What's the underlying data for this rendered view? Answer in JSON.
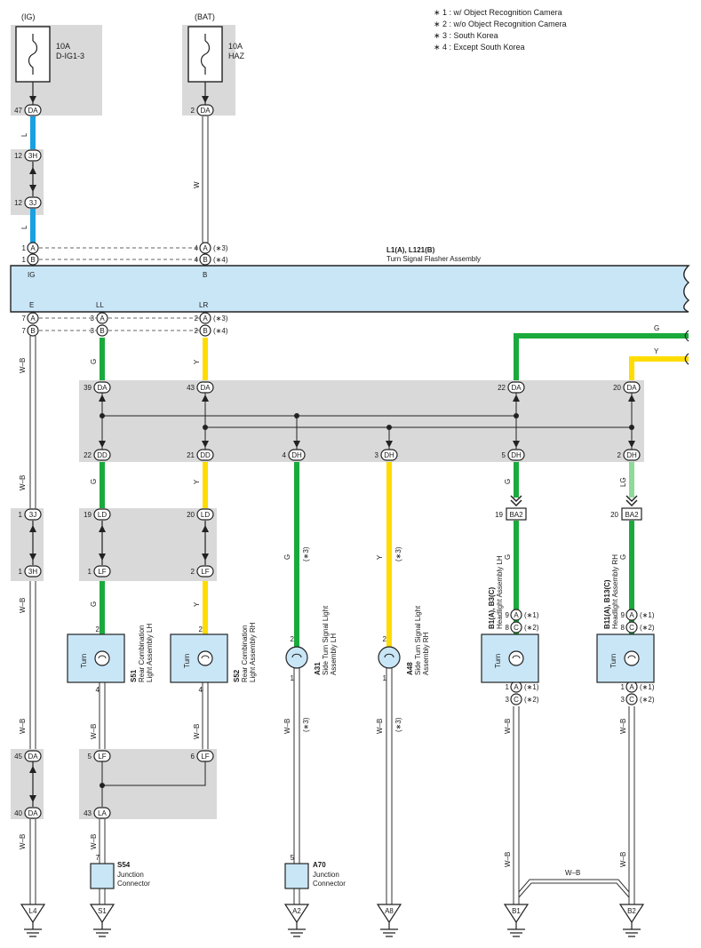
{
  "notes": [
    "∗ 1 : w/ Object Recognition Camera",
    "∗ 2 : w/o Object Recognition Camera",
    "∗ 3 : South Korea",
    "∗ 4 : Except South Korea"
  ],
  "colors": {
    "grey_box": "#d9d9d9",
    "light_blue": "#c9e6f7",
    "wire_L": "#1a9fe0",
    "wire_G": "#1aaa3c",
    "wire_LG": "#8fd99b",
    "wire_Y": "#ffdc00",
    "line": "#333333"
  },
  "fuses": [
    {
      "source": "(IG)",
      "rating": "10A",
      "name": "D-IG1-3",
      "pin": "47",
      "conn": "DA"
    },
    {
      "source": "(BAT)",
      "rating": "10A",
      "name": "HAZ",
      "pin": "2",
      "conn": "DA"
    }
  ],
  "flasher": {
    "title": "L1(A), L121(B)",
    "subtitle": "Turn Signal Flasher Assembly",
    "top_terms": [
      "IG",
      "B"
    ],
    "bottom_terms": [
      "E",
      "LL",
      "LR"
    ]
  },
  "wire_codes": {
    "L": "L",
    "W": "W",
    "WB": "W–B",
    "G": "G",
    "Y": "Y",
    "LG": "LG"
  },
  "variant": {
    "s1": "(∗1)",
    "s2": "(∗2)",
    "s3": "(∗3)",
    "s4": "(∗4)"
  },
  "pins": {
    "p1": "1",
    "p2": "2",
    "p3": "3",
    "p4": "4",
    "p5": "5",
    "p6": "6",
    "p7": "7",
    "p8": "8",
    "p9": "9",
    "p12": "12",
    "p19": "19",
    "p20": "20",
    "p21": "21",
    "p22": "22",
    "p39": "39",
    "p40": "40",
    "p43": "43",
    "p45": "45",
    "p47": "47"
  },
  "connectors": {
    "DA": "DA",
    "3H": "3H",
    "3J": "3J",
    "A": "A",
    "B": "B",
    "C": "C",
    "DD": "DD",
    "DH": "DH",
    "LD": "LD",
    "LF": "LF",
    "LA": "LA",
    "BA2": "BA2"
  },
  "turn_label": "Turn",
  "components": {
    "s51": {
      "id": "S51",
      "name1": "Rear Combination",
      "name2": "Light Assembly LH"
    },
    "s52": {
      "id": "S52",
      "name1": "Rear Combination",
      "name2": "Light Assembly RH"
    },
    "a31": {
      "id": "A31",
      "name1": "Side Turn Signal Light",
      "name2": "Assembly LH"
    },
    "a48": {
      "id": "A48",
      "name1": "Side Turn Signal Light",
      "name2": "Assembly RH"
    },
    "b1": {
      "id": "B1(A), B3(C)",
      "name1": "Headlight Assembly LH"
    },
    "b11": {
      "id": "B11(A), B13(C)",
      "name1": "Headlight Assembly RH"
    },
    "s54": {
      "id": "S54",
      "name1": "Junction",
      "name2": "Connector"
    },
    "a70": {
      "id": "A70",
      "name1": "Junction",
      "name2": "Connector"
    }
  },
  "grounds": [
    "L4",
    "S1",
    "A2",
    "A8",
    "B1",
    "B2"
  ]
}
